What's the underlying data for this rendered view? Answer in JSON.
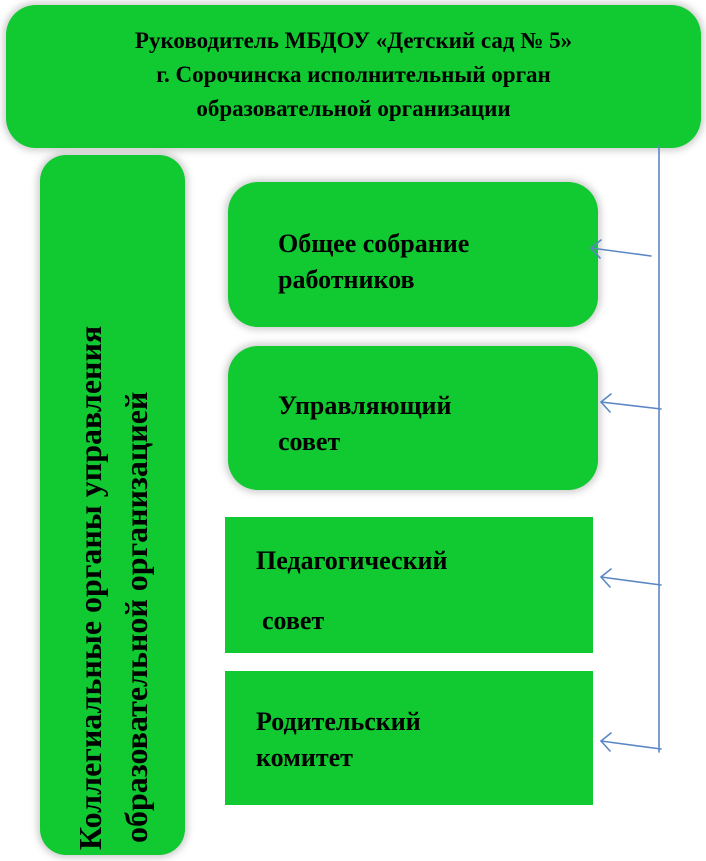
{
  "head": {
    "lines": [
      "Руководитель МБДОУ «Детский сад № 5»",
      "г. Сорочинска исполнительный орган",
      "образовательной организации"
    ]
  },
  "collegial": {
    "lines": [
      "Коллегиальные органы управления",
      "образовательной организацией"
    ]
  },
  "bodies": [
    {
      "lines": [
        "Общее собрание",
        "работников"
      ]
    },
    {
      "lines": [
        "Управляющий",
        "совет"
      ]
    },
    {
      "lines": [
        "Педагогический",
        "совет"
      ]
    },
    {
      "lines": [
        "Родительский",
        "комитет"
      ]
    }
  ],
  "colors": {
    "box_fill": "#11c930",
    "connector": "#5b87c5"
  }
}
